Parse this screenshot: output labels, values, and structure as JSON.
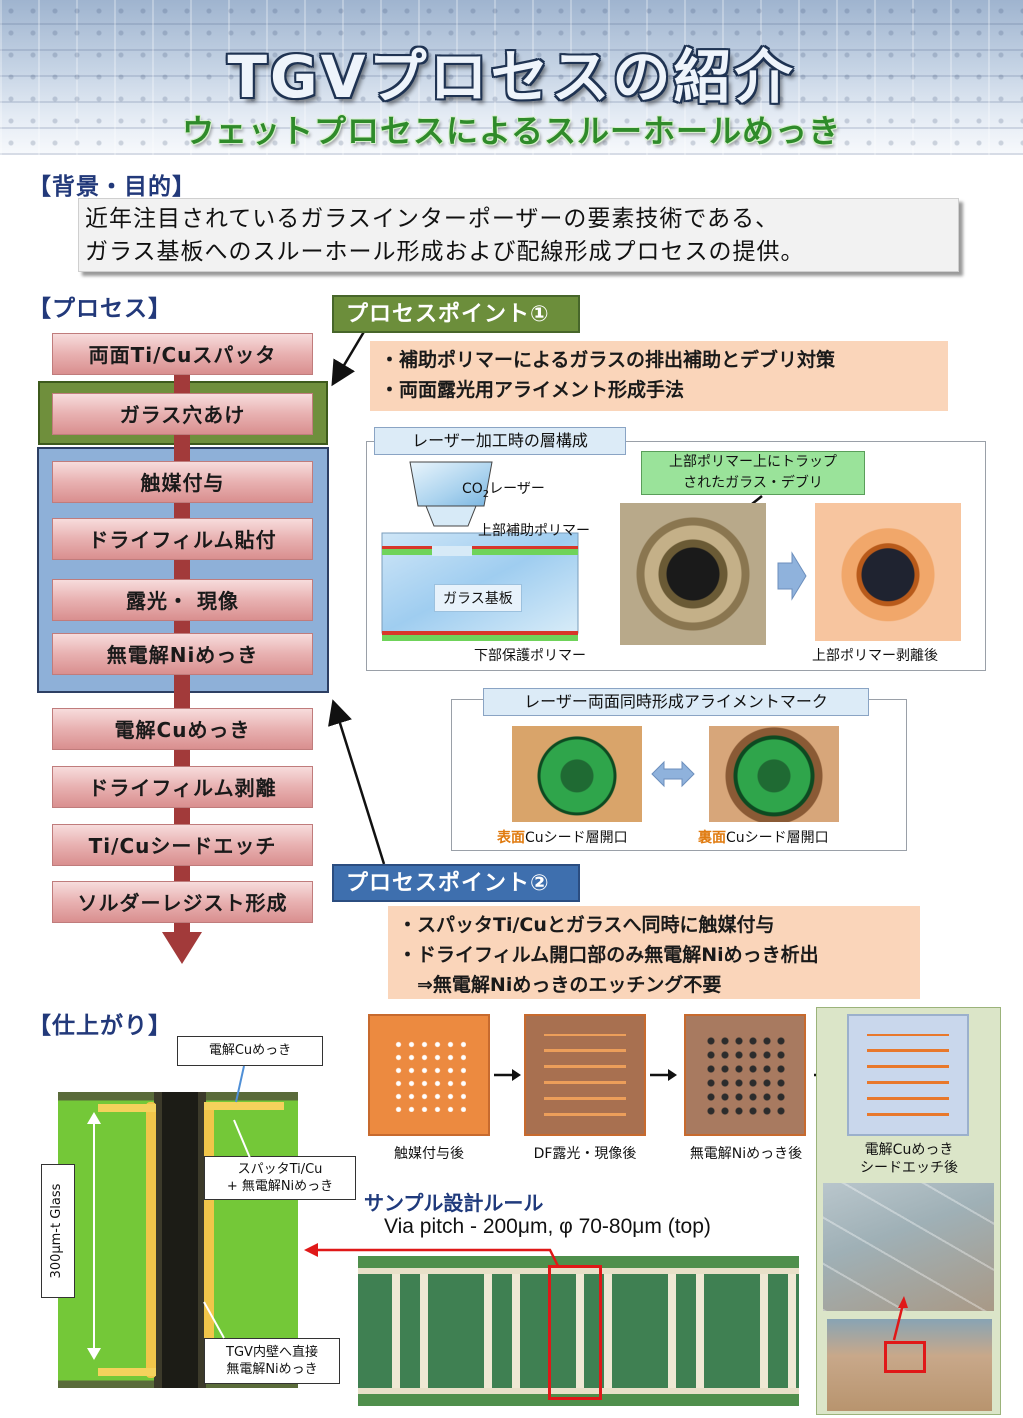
{
  "header": {
    "title": "TGVプロセスの紹介",
    "subtitle": "ウェットプロセスによるスルーホールめっき"
  },
  "background": {
    "heading": "【背景・目的】",
    "lines": [
      "近年注目されているガラスインターポーザーの要素技術である、",
      "ガラス基板へのスルーホール形成および配線形成プロセスの提供。"
    ]
  },
  "process": {
    "heading": "【プロセス】",
    "steps": [
      "両面Ti/Cuスパッタ",
      "ガラス穴あけ",
      "触媒付与",
      "ドライフィルム貼付",
      "露光・ 現像",
      "無電解Niめっき",
      "電解Cuめっき",
      "ドライフィルム剥離",
      "Ti/Cuシードエッチ",
      "ソルダーレジスト形成"
    ]
  },
  "point1": {
    "label": "プロセスポイント①",
    "items": [
      "・補助ポリマーによるガラスの排出補助とデブリ対策",
      "・両面露光用アライメント形成手法"
    ],
    "layer_panel": {
      "title": "レーザー加工時の層構成",
      "laser_label_pre": "CO",
      "laser_label_sub": "2",
      "laser_label_post": "レーザー",
      "upper_polymer": "上部補助ポリマー",
      "glass": "ガラス基板",
      "lower_polymer": "下部保護ポリマー",
      "debris_callout_1": "上部ポリマー上にトラップ",
      "debris_callout_2": "されたガラス・デブリ",
      "after_peel": "上部ポリマー剥離後"
    },
    "alignment_panel": {
      "title": "レーザー両面同時形成アライメントマーク",
      "front_prefix": "表面",
      "front_suffix": "Cuシード層開口",
      "back_prefix": "裏面",
      "back_suffix": "Cuシード層開口"
    }
  },
  "point2": {
    "label": "プロセスポイント②",
    "items": [
      "・スパッタTi/Cuとガラスへ同時に触媒付与",
      "・ドライフィルム開口部のみ無電解Niめっき析出",
      "　⇒無電解Niめっきのエッチング不要"
    ]
  },
  "finish": {
    "heading": "【仕上がり】",
    "cu_plating_label": "電解Cuめっき",
    "sputter_label_1": "スパッタTi/Cu",
    "sputter_label_2": "+ 無電解Niめっき",
    "wall_label_1": "TGV内壁へ直接",
    "wall_label_2": "無電解Niめっき",
    "thickness_label": "300μm-t Glass",
    "stages": [
      "触媒付与後",
      "DF露光・現像後",
      "無電解Niめっき後"
    ],
    "final_stage_1": "電解Cuめっき",
    "final_stage_2": "シードエッチ後",
    "rule_heading": "サンプル設計ルール",
    "rule_text": "Via pitch - 200μm, φ 70-80μm (top)"
  },
  "colors": {
    "title_outline": "#1f3352",
    "subtitle_green": "#2f8b2a",
    "section_blue": "#22397a",
    "flow_red": "#a23a3a",
    "point1_green": "#6c8e3b",
    "point2_blue": "#3e6fae",
    "note_orange": "#fad5ba"
  }
}
